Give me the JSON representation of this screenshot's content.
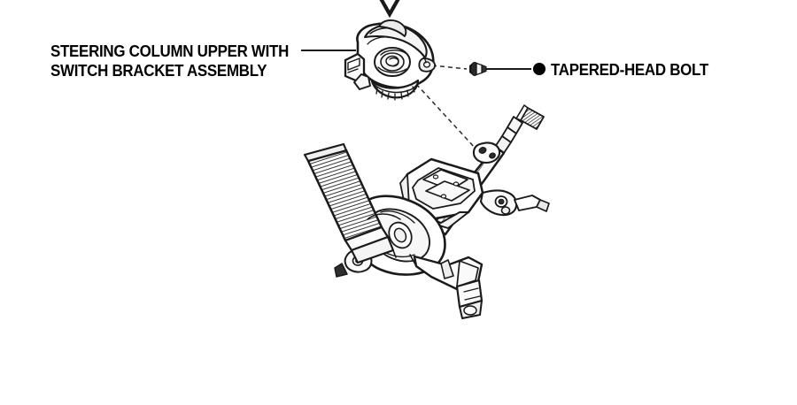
{
  "diagram": {
    "title": "Steering Column Exploded View",
    "background_color": "#ffffff",
    "line_color": "#1a1a1a",
    "shade_color": "#d8d8d8",
    "callouts": [
      {
        "id": "steering-column-upper",
        "line1": "STEERING COLUMN UPPER WITH",
        "line2": "SWITCH BRACKET ASSEMBLY",
        "leader": "solid",
        "bullet": false
      },
      {
        "id": "tapered-head-bolt",
        "line1": "TAPERED-HEAD BOLT",
        "leader": "solid",
        "bullet": true,
        "bullet_color": "#000000"
      }
    ],
    "parts": [
      {
        "name": "switch-bracket-assembly",
        "icon": "upper-column-housing"
      },
      {
        "name": "tapered-head-bolt",
        "icon": "bolt-glyph"
      },
      {
        "name": "electric-power-steering-motor",
        "icon": "ribbed-motor-cylinder"
      },
      {
        "name": "steering-gear-housing",
        "icon": "gearbox-body"
      },
      {
        "name": "upper-mounting-bracket",
        "icon": "bracket-clamp"
      },
      {
        "name": "splined-shaft",
        "icon": "serrated-shaft"
      },
      {
        "name": "lower-yoke-joint",
        "icon": "universal-joint"
      }
    ],
    "markers": [
      {
        "name": "assembly-direction-arrow",
        "glyph": "V",
        "direction": "down"
      },
      {
        "name": "dashed-leader-to-bolt-hole",
        "style": "dashed"
      },
      {
        "name": "dashed-leader-to-column",
        "style": "dashed"
      }
    ]
  }
}
